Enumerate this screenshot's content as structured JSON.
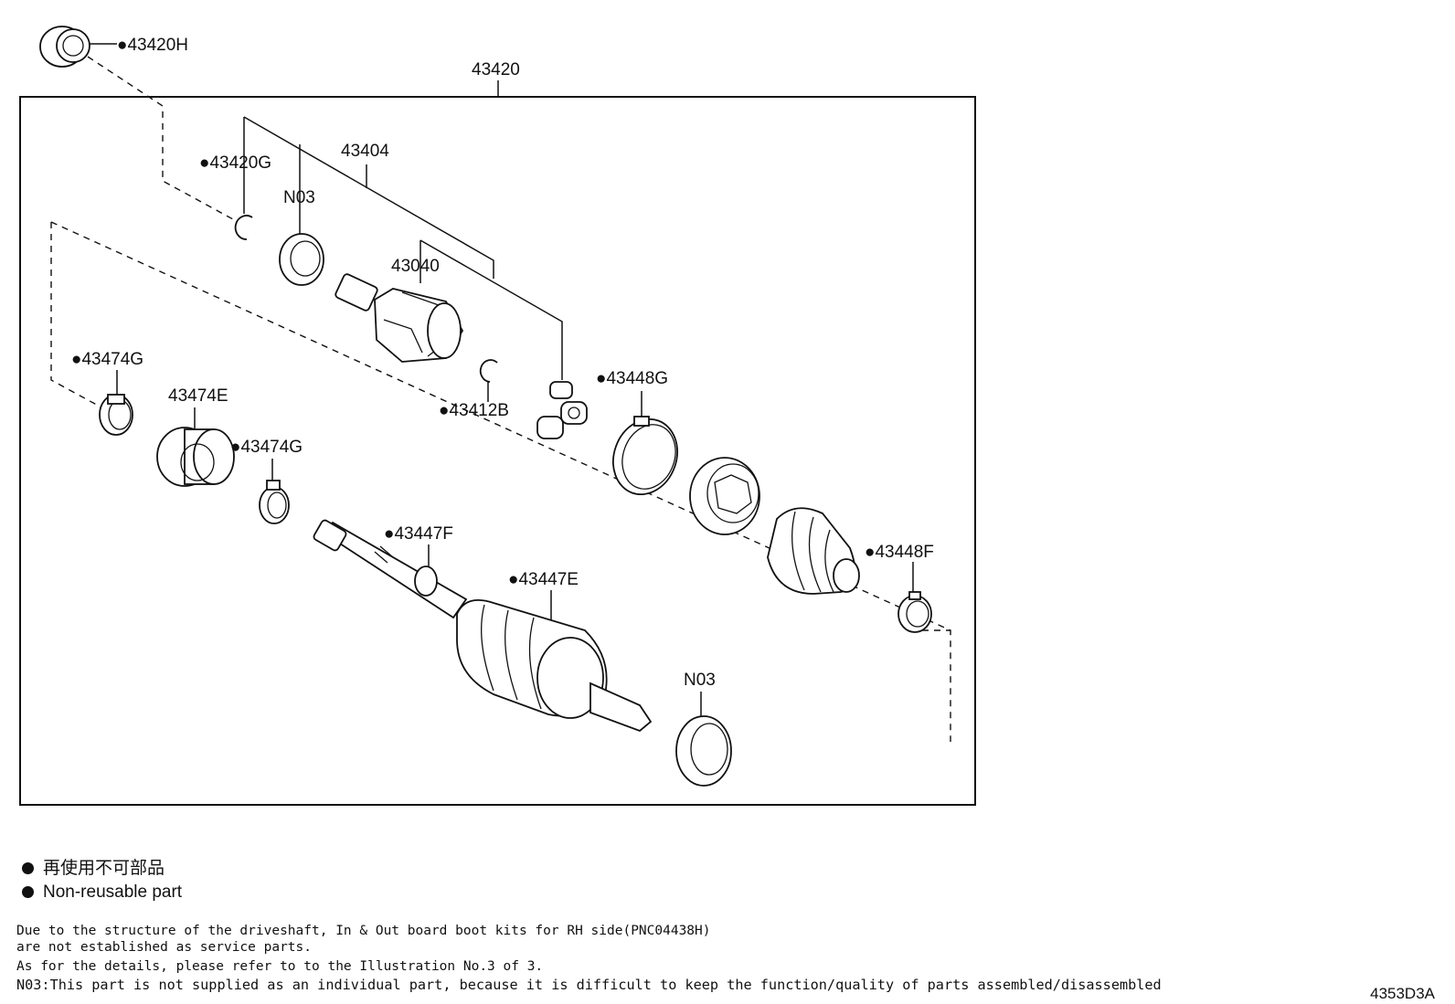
{
  "legend": {
    "jp": "再使用不可部品",
    "en": "Non-reusable part"
  },
  "labels": {
    "assembly": "43420",
    "end_seal_kit": "●43420H",
    "snap_ring_outer": "●43420G",
    "shaft_assy": "43404",
    "dust_seal_upper": "N03",
    "inboard_joint": "43040",
    "snap_ring_inner": "●43412B",
    "boot_clamp_large_inner": "●43448G",
    "clamp_left_upper": "●43474G",
    "damper": "43474E",
    "clamp_left_lower": "●43474G",
    "boot_clamp_shaft": "●43447F",
    "boot_outer": "●43447E",
    "boot_clamp_small_inner": "●43448F",
    "dust_seal_lower": "N03"
  },
  "notes": [
    "Due to the structure of the driveshaft, In & Out board  boot kits for RH side(PNC04438H)",
    "are not established as service parts.",
    "As for the details, please refer to to the Illustration No.3 of 3.",
    "N03:This part is not supplied as an individual part, because it is difficult to keep the function/quality of parts assembled/disassembled"
  ],
  "illustration_code": "4353D3A"
}
